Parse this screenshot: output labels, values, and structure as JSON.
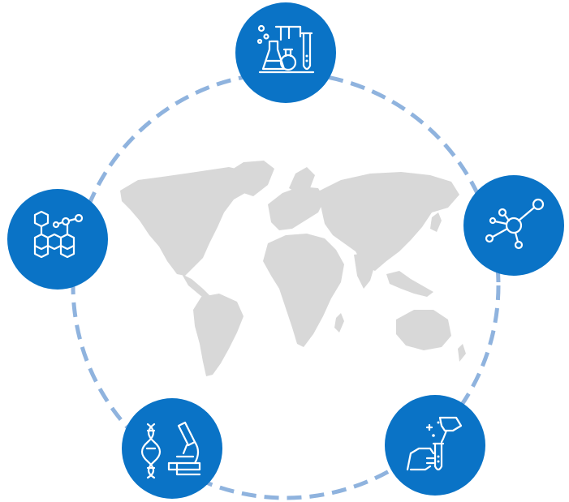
{
  "colors": {
    "accent": "#0a73c6",
    "ring": "#8fb3de",
    "land": "#d8d8d8",
    "background": "#ffffff"
  },
  "nodes": [
    {
      "id": "laboratory-equipment",
      "icon": "lab-flasks-icon"
    },
    {
      "id": "molecule",
      "icon": "molecule-network-icon"
    },
    {
      "id": "test-tube-experiment",
      "icon": "hands-test-tube-icon"
    },
    {
      "id": "genetics-research",
      "icon": "dna-microscope-icon"
    },
    {
      "id": "chemical-structure",
      "icon": "hexagon-chemical-structure-icon"
    }
  ]
}
